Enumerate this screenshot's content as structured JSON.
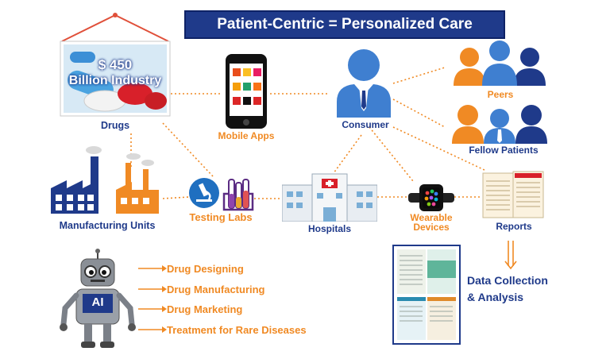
{
  "title": "Patient-Centric = Personalized Care",
  "drugs": {
    "price": "$ 450",
    "industry": "Billion Industry",
    "label": "Drugs"
  },
  "nodes": {
    "mobile_apps": "Mobile Apps",
    "consumer": "Consumer",
    "peers": "Peers",
    "fellow_patients": "Fellow Patients",
    "manufacturing_units": "Manufacturing Units",
    "testing_labs": "Testing Labs",
    "hospitals": "Hospitals",
    "wearable_line1": "Wearable",
    "wearable_line2": "Devices",
    "reports": "Reports",
    "data_collection_line1": "Data Collection",
    "data_collection_line2": "& Analysis"
  },
  "ai": {
    "badge": "AI",
    "items": [
      "Drug Designing",
      "Drug Manufacturing",
      "Drug Marketing",
      "Treatment for Rare Diseases"
    ]
  },
  "colors": {
    "navy": "#1f3a8a",
    "orange": "#f08a24",
    "blue": "#3f7fd0"
  },
  "icons": [
    "pills-image",
    "smartphone-icon",
    "businessman-icon",
    "group-icon",
    "factory-icon",
    "microscope-icon",
    "test-tubes-icon",
    "hospital-building-icon",
    "smartwatch-icon",
    "report-document-icon",
    "robot-icon"
  ]
}
